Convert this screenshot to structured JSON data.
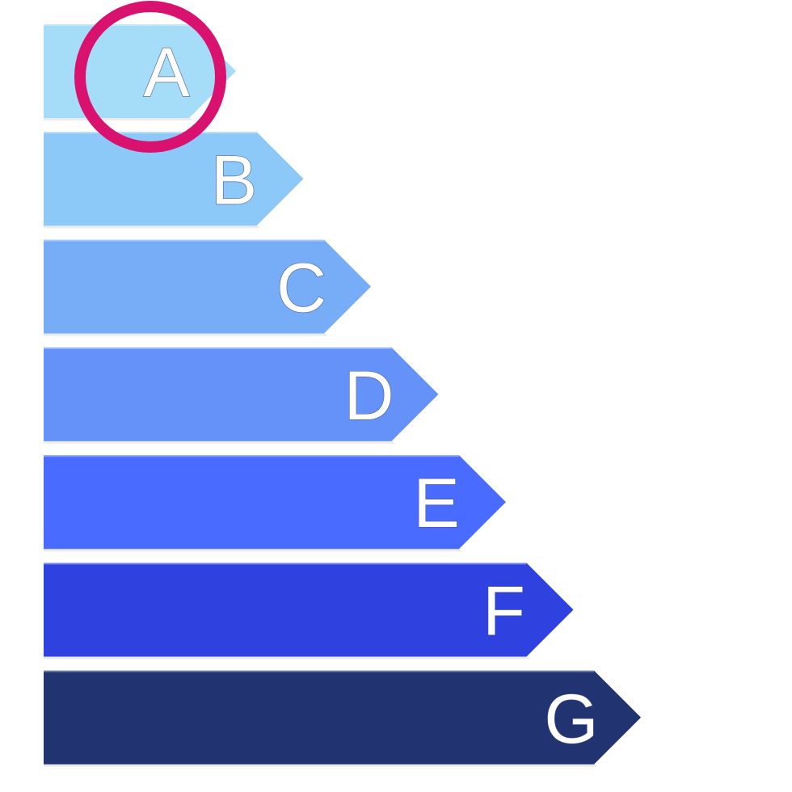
{
  "scale": {
    "grades": [
      {
        "letter": "A",
        "color": "#a5dcf8"
      },
      {
        "letter": "B",
        "color": "#8cc8f8"
      },
      {
        "letter": "C",
        "color": "#76adf6"
      },
      {
        "letter": "D",
        "color": "#6592f8"
      },
      {
        "letter": "E",
        "color": "#4a6bff"
      },
      {
        "letter": "F",
        "color": "#2f42e0"
      },
      {
        "letter": "G",
        "color": "#213370"
      }
    ],
    "highlighted_grade": "A",
    "highlight_color": "#d8126e"
  }
}
